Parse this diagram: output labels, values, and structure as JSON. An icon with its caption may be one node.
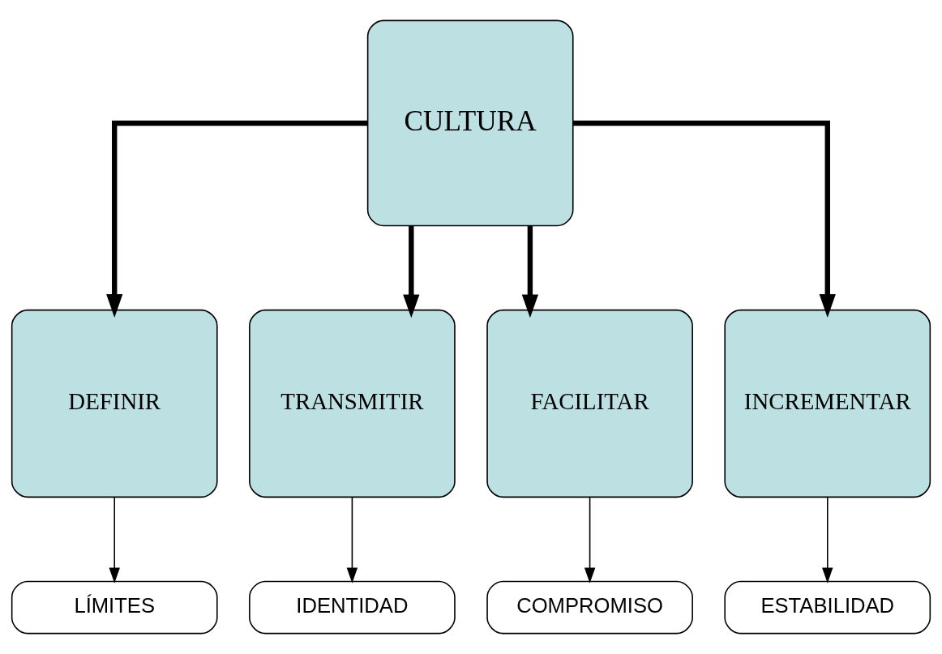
{
  "diagram": {
    "nodes": [
      {
        "text": [
          "CULTURA"
        ]
      },
      {
        "text": [
          "DEFINIR"
        ]
      },
      {
        "text": [
          "TRANSMITIR"
        ]
      },
      {
        "text": [
          "FACILITAR"
        ]
      },
      {
        "text": [
          "INCREMENTAR"
        ]
      },
      {
        "text": [
          "LÍMITES"
        ]
      },
      {
        "text": [
          "IDENTIDAD"
        ]
      },
      {
        "text": [
          "COMPROMISO"
        ]
      },
      {
        "text": [
          "ESTABILIDAD"
        ]
      }
    ],
    "edges": [
      {
        "from": 0,
        "to": 1,
        "arrow": "to",
        "style": "thick"
      },
      {
        "from": 0,
        "to": 2,
        "arrow": "to",
        "style": "thick"
      },
      {
        "from": 0,
        "to": 3,
        "arrow": "to",
        "style": "thick"
      },
      {
        "from": 0,
        "to": 4,
        "arrow": "to",
        "style": "thick"
      },
      {
        "from": 1,
        "to": 5,
        "arrow": "to"
      },
      {
        "from": 2,
        "to": 6,
        "arrow": "to"
      },
      {
        "from": 3,
        "to": 7,
        "arrow": "to"
      },
      {
        "from": 4,
        "to": 8,
        "arrow": "to"
      }
    ]
  }
}
